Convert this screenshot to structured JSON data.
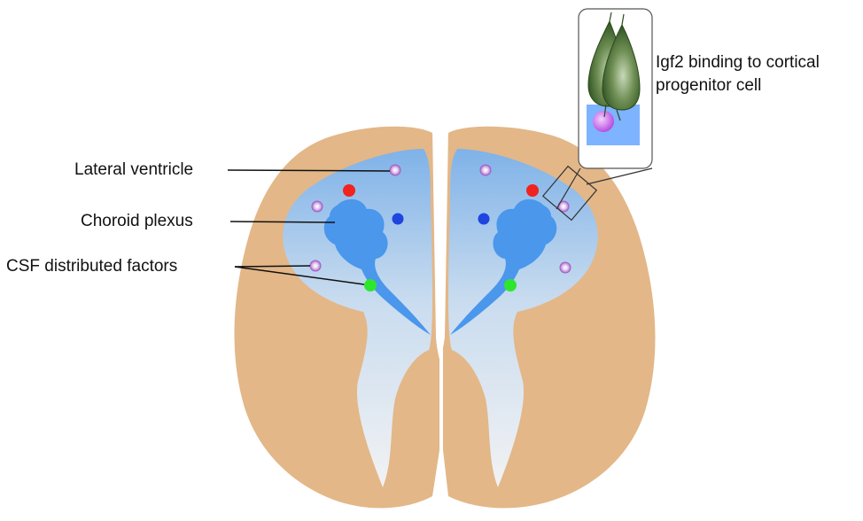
{
  "labels": {
    "lateral_ventricle": "Lateral ventricle",
    "choroid_plexus": "Choroid plexus",
    "csf_factors": "CSF distributed factors",
    "igf2_line1": "Igf2 binding to cortical",
    "igf2_line2": "progenitor cell"
  },
  "colors": {
    "brain_tissue": "#e3b788",
    "ventricle_dark": "#7fb2e8",
    "ventricle_light": "#eef0f3",
    "choroid_plexus": "#4a97ec",
    "factor_red": "#f0231f",
    "factor_blue": "#1f45e0",
    "factor_green": "#2ee62e",
    "factor_purple": "#b27ad2",
    "progenitor_cell": "#3e6a2a",
    "igf2_receptor": "#cc66ee",
    "inset_base": "#7db3ff"
  }
}
